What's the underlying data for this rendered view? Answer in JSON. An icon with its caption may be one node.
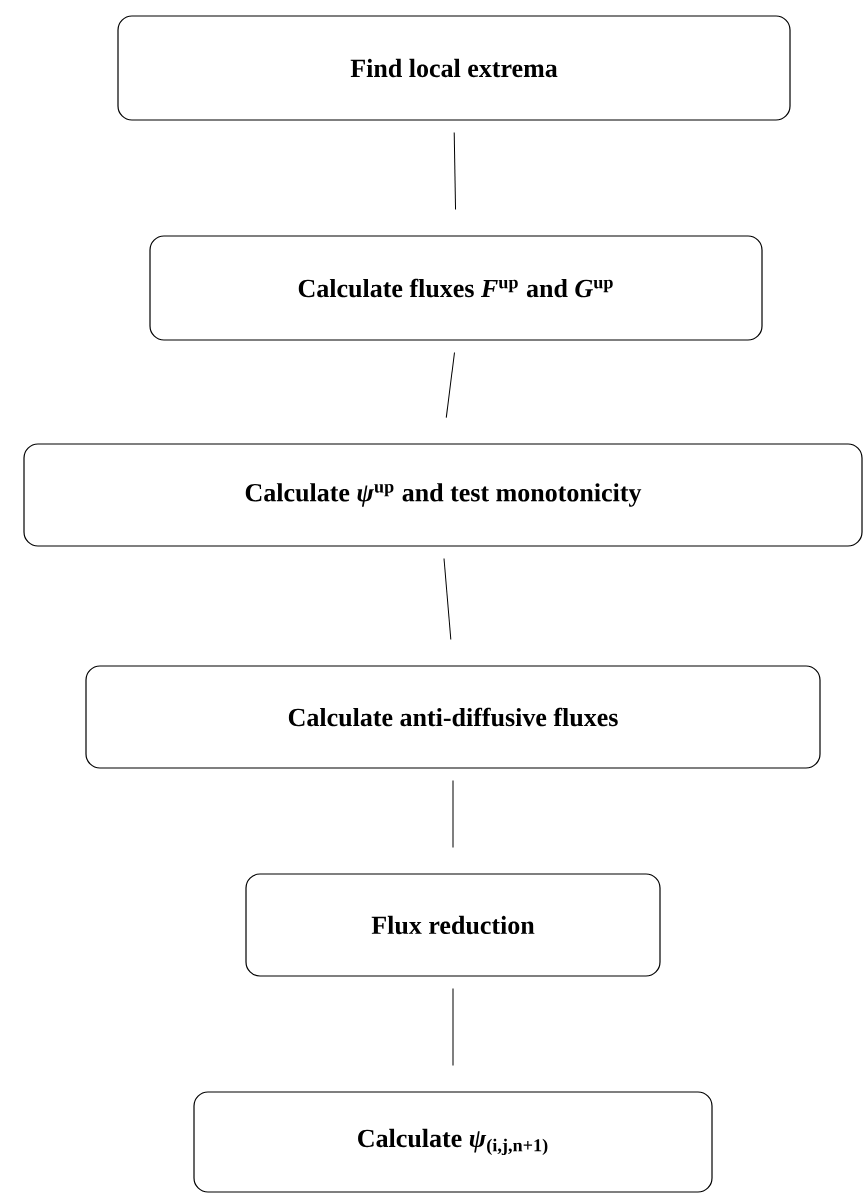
{
  "diagram": {
    "nodes": [
      {
        "text": [
          "Find local extrema"
        ]
      },
      {
        "text": [
          "Calculate fluxes *F*$^{up}$ and *G*$^{up}$"
        ]
      },
      {
        "text": [
          "Calculate *ψ*$^{up}$ and test monotonicity"
        ]
      },
      {
        "text": [
          "Calculate anti-diffusive fluxes"
        ]
      },
      {
        "text": [
          "Flux reduction"
        ]
      },
      {
        "text": [
          "Calculate *ψ*$_{(i,j,n+1)}$"
        ]
      }
    ],
    "edges": [
      {
        "from": 0,
        "to": 1,
        "arrow": "none"
      },
      {
        "from": 1,
        "to": 2,
        "arrow": "none"
      },
      {
        "from": 2,
        "to": 3,
        "arrow": "none"
      },
      {
        "from": 3,
        "to": 4,
        "arrow": "none"
      },
      {
        "from": 4,
        "to": 5,
        "arrow": "none"
      }
    ]
  }
}
